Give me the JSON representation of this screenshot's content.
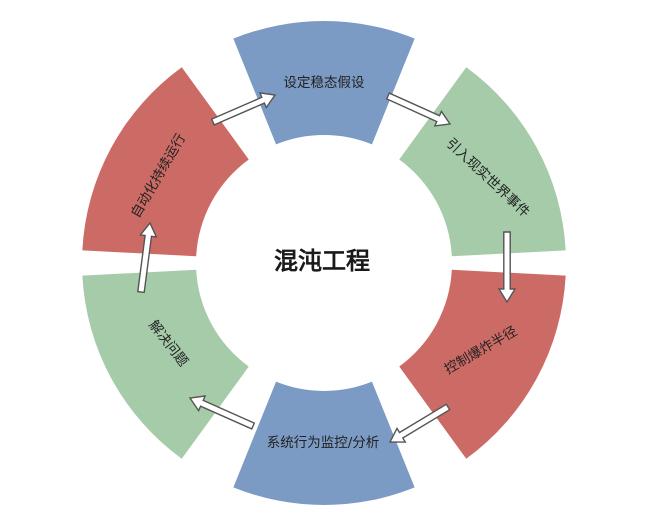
{
  "title": "混沌工程",
  "colors": {
    "blue": "#7c9bc4",
    "green": "#a5cba9",
    "red": "#cc6b66",
    "arrow_fill": "#ffffff",
    "arrow_stroke": "#555555"
  },
  "steps": [
    {
      "label": "设定稳态假设",
      "color": "blue"
    },
    {
      "label": "引入现实世界事件",
      "color": "green"
    },
    {
      "label": "控制爆炸半径",
      "color": "red"
    },
    {
      "label": "系统行为监控/分析",
      "color": "blue"
    },
    {
      "label": "解决问题",
      "color": "green"
    },
    {
      "label": "自动化持续运行",
      "color": "red"
    }
  ]
}
